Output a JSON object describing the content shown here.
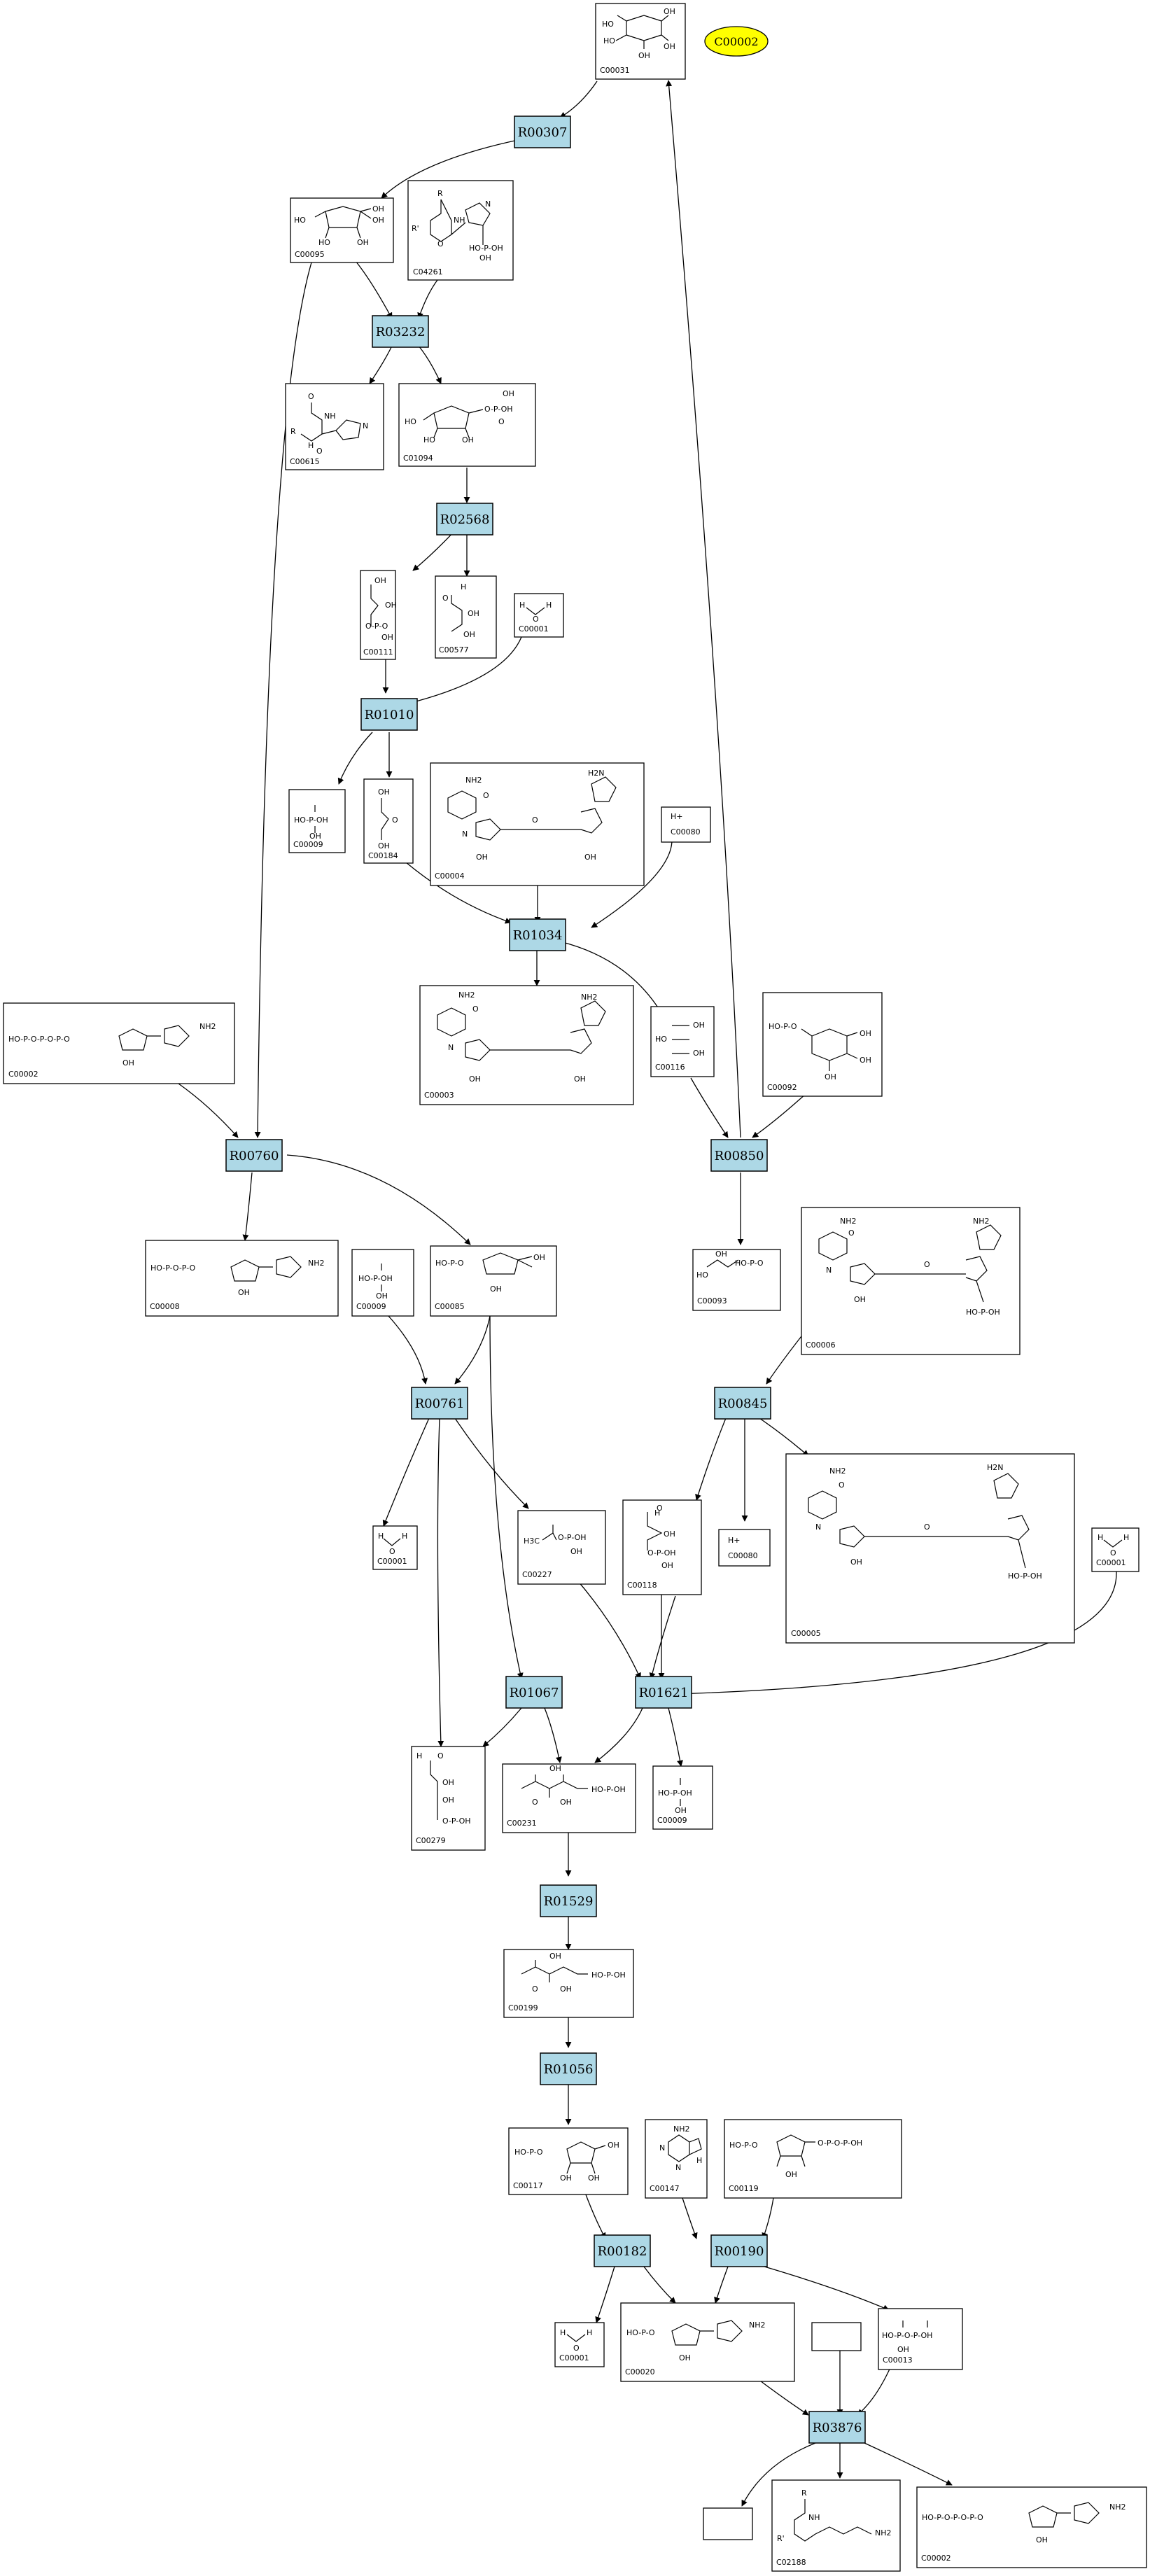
{
  "diagram": {
    "highlight": {
      "label": "C00002"
    },
    "reactions": [
      "R00307",
      "R03232",
      "R02568",
      "R01010",
      "R01034",
      "R00760",
      "R00850",
      "R00761",
      "R00845",
      "R01067",
      "R01621",
      "R01529",
      "R01056",
      "R00182",
      "R00190",
      "R03876"
    ],
    "compounds": [
      {
        "id": "C00031",
        "formula": [
          "HO",
          "OH",
          "HO",
          "OH",
          "OH"
        ]
      },
      {
        "id": "C00095",
        "formula": [
          "HO",
          "OH",
          "OH",
          "HO",
          "OH"
        ]
      },
      {
        "id": "C04261",
        "formula": [
          "R",
          "NH",
          "R'",
          "N",
          "HO-P-OH",
          "O",
          "OH"
        ]
      },
      {
        "id": "C00615",
        "formula": [
          "O",
          "NH",
          "R",
          "N",
          "H",
          "O"
        ]
      },
      {
        "id": "C01094",
        "formula": [
          "OH",
          "O-P-OH",
          "HO",
          "HO",
          "OH",
          "O"
        ]
      },
      {
        "id": "C00111",
        "formula": [
          "OH",
          "OH",
          "O-P-O",
          "OH"
        ]
      },
      {
        "id": "C00577",
        "formula": [
          "H",
          "O",
          "OH",
          "OH"
        ]
      },
      {
        "id": "C00001",
        "formula": [
          "H",
          "O",
          "H"
        ]
      },
      {
        "id": "C00009",
        "formula": [
          "HO-P-OH",
          "OH"
        ]
      },
      {
        "id": "C00184",
        "formula": [
          "OH",
          "O",
          "OH"
        ]
      },
      {
        "id": "C00004",
        "formula": [
          "NH2",
          "O",
          "H2N",
          "N",
          "O",
          "OH",
          "OH"
        ]
      },
      {
        "id": "C00080",
        "formula": [
          "H+"
        ]
      },
      {
        "id": "C00003",
        "formula": [
          "NH2",
          "O",
          "NH2",
          "N",
          "OH",
          "OH"
        ]
      },
      {
        "id": "C00116",
        "formula": [
          "OH",
          "HO",
          "OH"
        ]
      },
      {
        "id": "C00092",
        "formula": [
          "HO-P-O",
          "OH",
          "OH",
          "OH"
        ]
      },
      {
        "id": "C00002",
        "formula": [
          "HO-P-O-P-O-P-O",
          "OH",
          "NH2"
        ]
      },
      {
        "id": "C00008",
        "formula": [
          "HO-P-O-P-O",
          "NH2",
          "OH"
        ]
      },
      {
        "id": "C00085",
        "formula": [
          "HO-P-O",
          "OH",
          "OH"
        ]
      },
      {
        "id": "C00093",
        "formula": [
          "HO-P-O",
          "OH",
          "HO"
        ]
      },
      {
        "id": "C00006",
        "formula": [
          "NH2",
          "O",
          "NH2",
          "N",
          "O",
          "OH",
          "HO-P-OH"
        ]
      },
      {
        "id": "C00227",
        "formula": [
          "H3C",
          "O-P-OH",
          "OH"
        ]
      },
      {
        "id": "C00118",
        "formula": [
          "H",
          "O",
          "OH",
          "O-P-OH",
          "OH"
        ]
      },
      {
        "id": "C00005",
        "formula": [
          "NH2",
          "O",
          "H2N",
          "N",
          "O",
          "OH",
          "HO-P-OH"
        ]
      },
      {
        "id": "C00279",
        "formula": [
          "H",
          "O",
          "OH",
          "OH",
          "O-P-OH"
        ]
      },
      {
        "id": "C00231",
        "formula": [
          "OH",
          "HO-P-OH",
          "O",
          "OH"
        ]
      },
      {
        "id": "C00199",
        "formula": [
          "OH",
          "HO-P-OH",
          "O",
          "OH"
        ]
      },
      {
        "id": "C00117",
        "formula": [
          "HO-P-O",
          "OH",
          "OH",
          "OH"
        ]
      },
      {
        "id": "C00147",
        "formula": [
          "NH2",
          "N",
          "N",
          "H"
        ]
      },
      {
        "id": "C00119",
        "formula": [
          "HO-P-O",
          "O-P-O-P-OH",
          "OH"
        ]
      },
      {
        "id": "C00020",
        "formula": [
          "HO-P-O",
          "NH2",
          "OH"
        ]
      },
      {
        "id": "C00013",
        "formula": [
          "HO-P-O-P-OH",
          "OH"
        ]
      },
      {
        "id": "C02188",
        "formula": [
          "R",
          "NH",
          "R'",
          "NH2"
        ]
      }
    ]
  }
}
